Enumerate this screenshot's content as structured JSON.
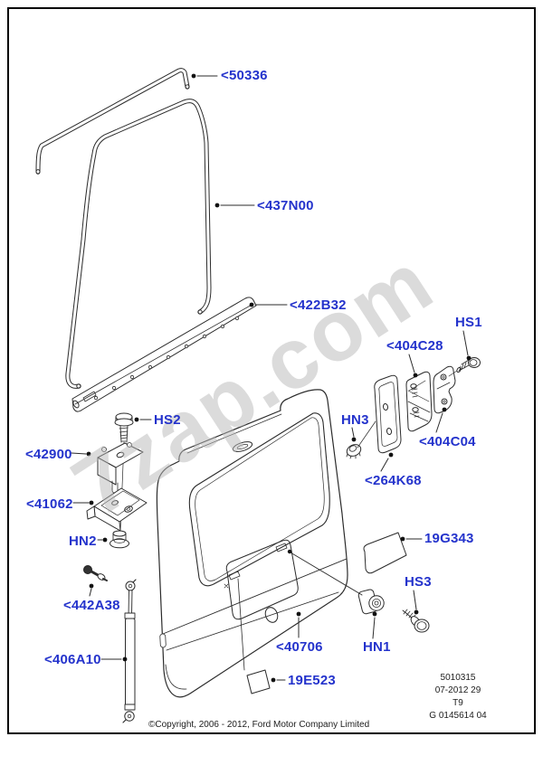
{
  "watermark": {
    "text": "7zap.com"
  },
  "colors": {
    "label_blue": "#2433cc",
    "line_art": "#2b2b2b",
    "watermark_gray": "#b9b9b9"
  },
  "labels": [
    {
      "id": "50336",
      "text": "<50336"
    },
    {
      "id": "437N00",
      "text": "<437N00"
    },
    {
      "id": "422B32",
      "text": "<422B32"
    },
    {
      "id": "HS1",
      "text": "HS1"
    },
    {
      "id": "404C28",
      "text": "<404C28"
    },
    {
      "id": "404C04",
      "text": "<404C04"
    },
    {
      "id": "HN3",
      "text": "HN3"
    },
    {
      "id": "264K68",
      "text": "<264K68"
    },
    {
      "id": "HS2",
      "text": "HS2"
    },
    {
      "id": "42900",
      "text": "<42900"
    },
    {
      "id": "41062",
      "text": "<41062"
    },
    {
      "id": "HN2",
      "text": "HN2"
    },
    {
      "id": "442A38",
      "text": "<442A38"
    },
    {
      "id": "406A10",
      "text": "<406A10"
    },
    {
      "id": "40706",
      "text": "<40706"
    },
    {
      "id": "HN1",
      "text": "HN1"
    },
    {
      "id": "HS3",
      "text": "HS3"
    },
    {
      "id": "19G343",
      "text": "19G343"
    },
    {
      "id": "19E523",
      "text": "19E523"
    }
  ],
  "footer": {
    "copyright": "©Copyright, 2006 - 2012, Ford Motor Company Limited",
    "doc_lines": [
      "5010315",
      "07-2012 29",
      "T9",
      "G 0145614 04"
    ]
  }
}
